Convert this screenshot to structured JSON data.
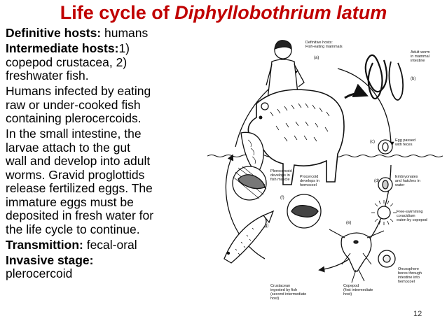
{
  "slide": {
    "title_prefix": "Life cycle of ",
    "title_species": "Diphyllobothrium latum",
    "number": "12"
  },
  "text": {
    "definitive_hosts": {
      "label": "Definitive hosts:",
      "value": " humans"
    },
    "intermediate_hosts": {
      "label": "Intermediate hosts:",
      "value_lines": [
        "1)",
        "copepod crustacea, 2)",
        "freshwater fish."
      ]
    },
    "infection": [
      "Humans infected by eating",
      "raw or under-cooked fish",
      "containing plerocercoids."
    ],
    "development": [
      "In the small intestine, the",
      "larvae attach to the gut",
      "wall and develop into adult",
      "worms. Gravid proglottids",
      "release fertilized eggs. The",
      "immature eggs must be",
      "deposited in fresh water for",
      "the life cycle to continue."
    ],
    "transmission": {
      "label": "Transmittion:",
      "value": " fecal-oral"
    },
    "invasive_stage": {
      "label": "Invasive stage:",
      "value": "plerocercoid"
    }
  },
  "diagram": {
    "definitive_host": [
      "Definitive hosts:",
      "Fish-eating mammals"
    ],
    "stage_a": "(a)",
    "adult_worm": [
      "Adult worm",
      "in mammal",
      "intestine"
    ],
    "stage_b": "(b)",
    "stage_c": "(c)",
    "egg_passed": [
      "Egg passed",
      "with feces"
    ],
    "stage_d": "(d)",
    "embryonates": [
      "Embryonates",
      "and hatches in",
      "water"
    ],
    "free_swimming": [
      "Free-swimming",
      "coracidium",
      "eaten by copepod"
    ],
    "stage_e": "(e)",
    "plerocercoid": [
      "Plerocercoid",
      "develops in",
      "fish muscle"
    ],
    "stage_f": "(f)",
    "procercoid": [
      "Procercoid",
      "develops in",
      "hemocoel"
    ],
    "stage_g": "(g)",
    "crustacean": [
      "Crustacean",
      "ingested by fish",
      "(second intermediate",
      "host)"
    ],
    "copepod": [
      "Copepod",
      "(first intermediate",
      "host)"
    ],
    "oncosphere": [
      "Oncosphere",
      "bores through",
      "intestine into",
      "hemocoel"
    ]
  },
  "colors": {
    "title": "#c00000",
    "text": "#000000",
    "line_art": "#111111"
  }
}
